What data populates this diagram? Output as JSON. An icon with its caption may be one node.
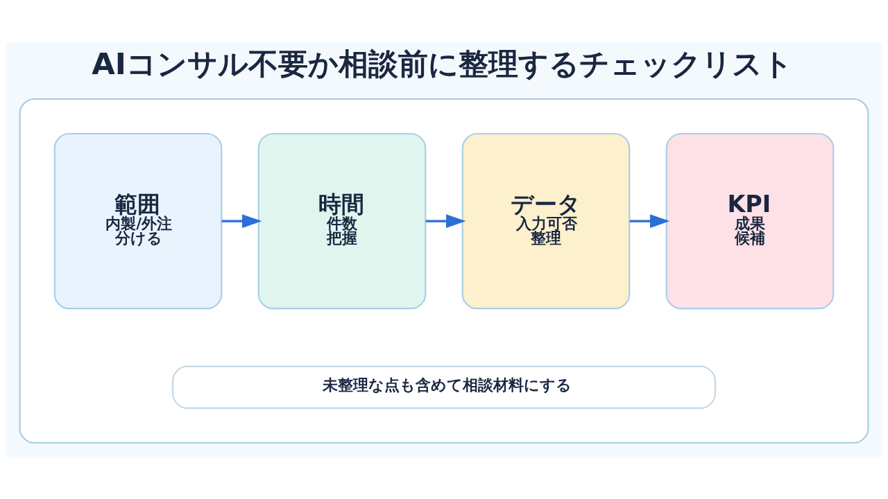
{
  "diagram": {
    "title": "AIコンサル不要か相談前に整理するチェックリスト",
    "nodes": [
      {
        "text": [],
        "shape": "box"
      },
      {
        "text": [
          "範囲",
          "内製/外注",
          "分ける"
        ],
        "in": 0
      },
      {
        "text": [
          "時間",
          "件数",
          "把握"
        ],
        "in": 0
      },
      {
        "text": [
          "データ",
          "入力可否",
          "整理"
        ],
        "in": 0
      },
      {
        "text": [
          "KPI",
          "成果",
          "候補"
        ],
        "in": 0
      },
      {
        "text": [
          "未整理な点も含めて相談材料にする"
        ],
        "in": 0
      }
    ],
    "edges": [
      {
        "from": 1,
        "to": 2,
        "arrow": "to"
      },
      {
        "from": 2,
        "to": 3,
        "arrow": "to"
      },
      {
        "from": 3,
        "to": 4,
        "arrow": "to"
      }
    ]
  }
}
